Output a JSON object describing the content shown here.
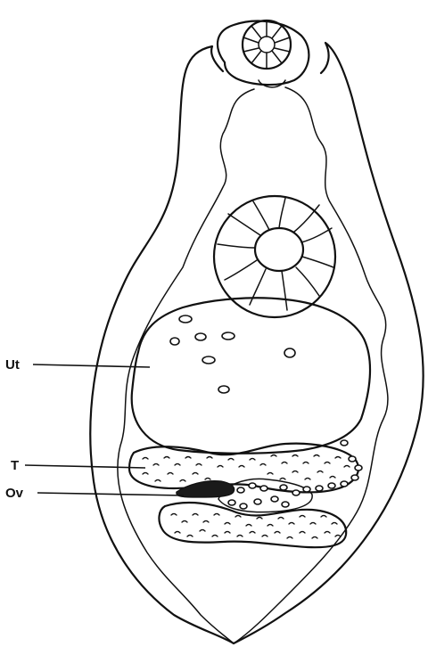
{
  "labels": {
    "uterus": "Ut",
    "testis": "T",
    "ovary": "Ov"
  }
}
